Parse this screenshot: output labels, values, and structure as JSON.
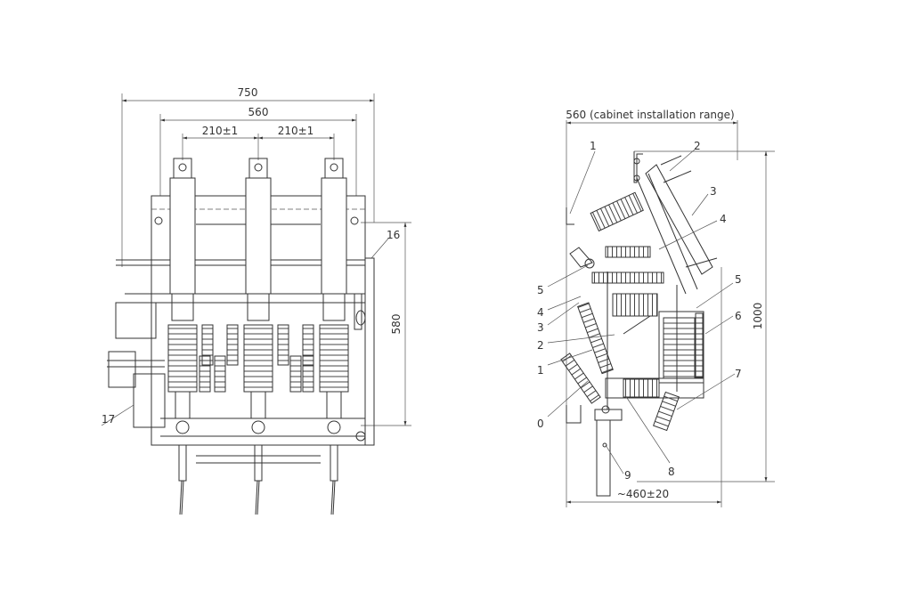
{
  "front_view": {
    "dims": {
      "overall_width": "750",
      "cabinet_width": "560",
      "pitch_left": "210±1",
      "pitch_right": "210±1",
      "height": "580"
    },
    "callouts": {
      "c16": "16",
      "c17": "17"
    }
  },
  "side_view": {
    "dims": {
      "range": "560 (cabinet installation range)",
      "height": "1000",
      "depth": "~460±20"
    },
    "callouts_left": [
      "1",
      "5",
      "4",
      "3",
      "2",
      "1",
      "0"
    ],
    "callouts_right": [
      "2",
      "3",
      "4",
      "5",
      "6",
      "7",
      "8",
      "9"
    ]
  }
}
